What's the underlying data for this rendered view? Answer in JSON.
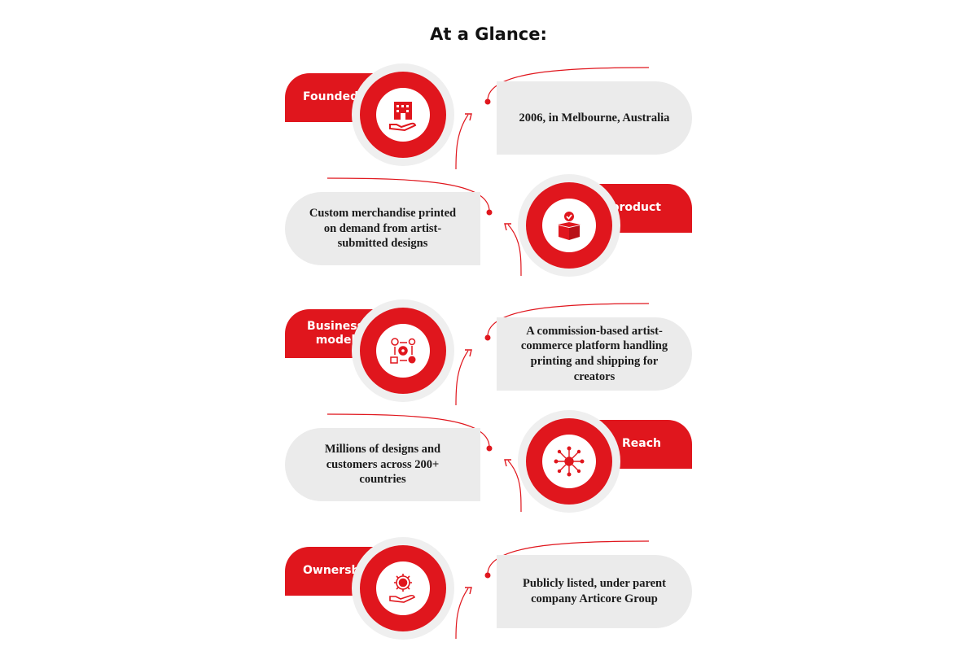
{
  "title": "At a Glance:",
  "items": [
    {
      "label": "Founded",
      "text": "2006, in Melbourne, Australia",
      "icon": "building-hand-icon",
      "side": "left"
    },
    {
      "label": "Core product",
      "text": "Custom merchandise printed on demand from artist-submitted designs",
      "icon": "open-box-check-icon",
      "side": "right"
    },
    {
      "label": "Business model",
      "text": "A commission-based artist-commerce platform handling printing and shipping for creators",
      "icon": "process-cycle-icon",
      "side": "left"
    },
    {
      "label": "Reach",
      "text": "Millions of designs and customers across 200+ countries",
      "icon": "network-people-icon",
      "side": "right"
    },
    {
      "label": "Ownership",
      "text": "Publicly listed, under parent company Articore Group",
      "icon": "hand-gear-icon",
      "side": "left"
    }
  ],
  "colors": {
    "accent": "#e0161d",
    "panel": "#ebebeb",
    "halo": "#efefef"
  }
}
